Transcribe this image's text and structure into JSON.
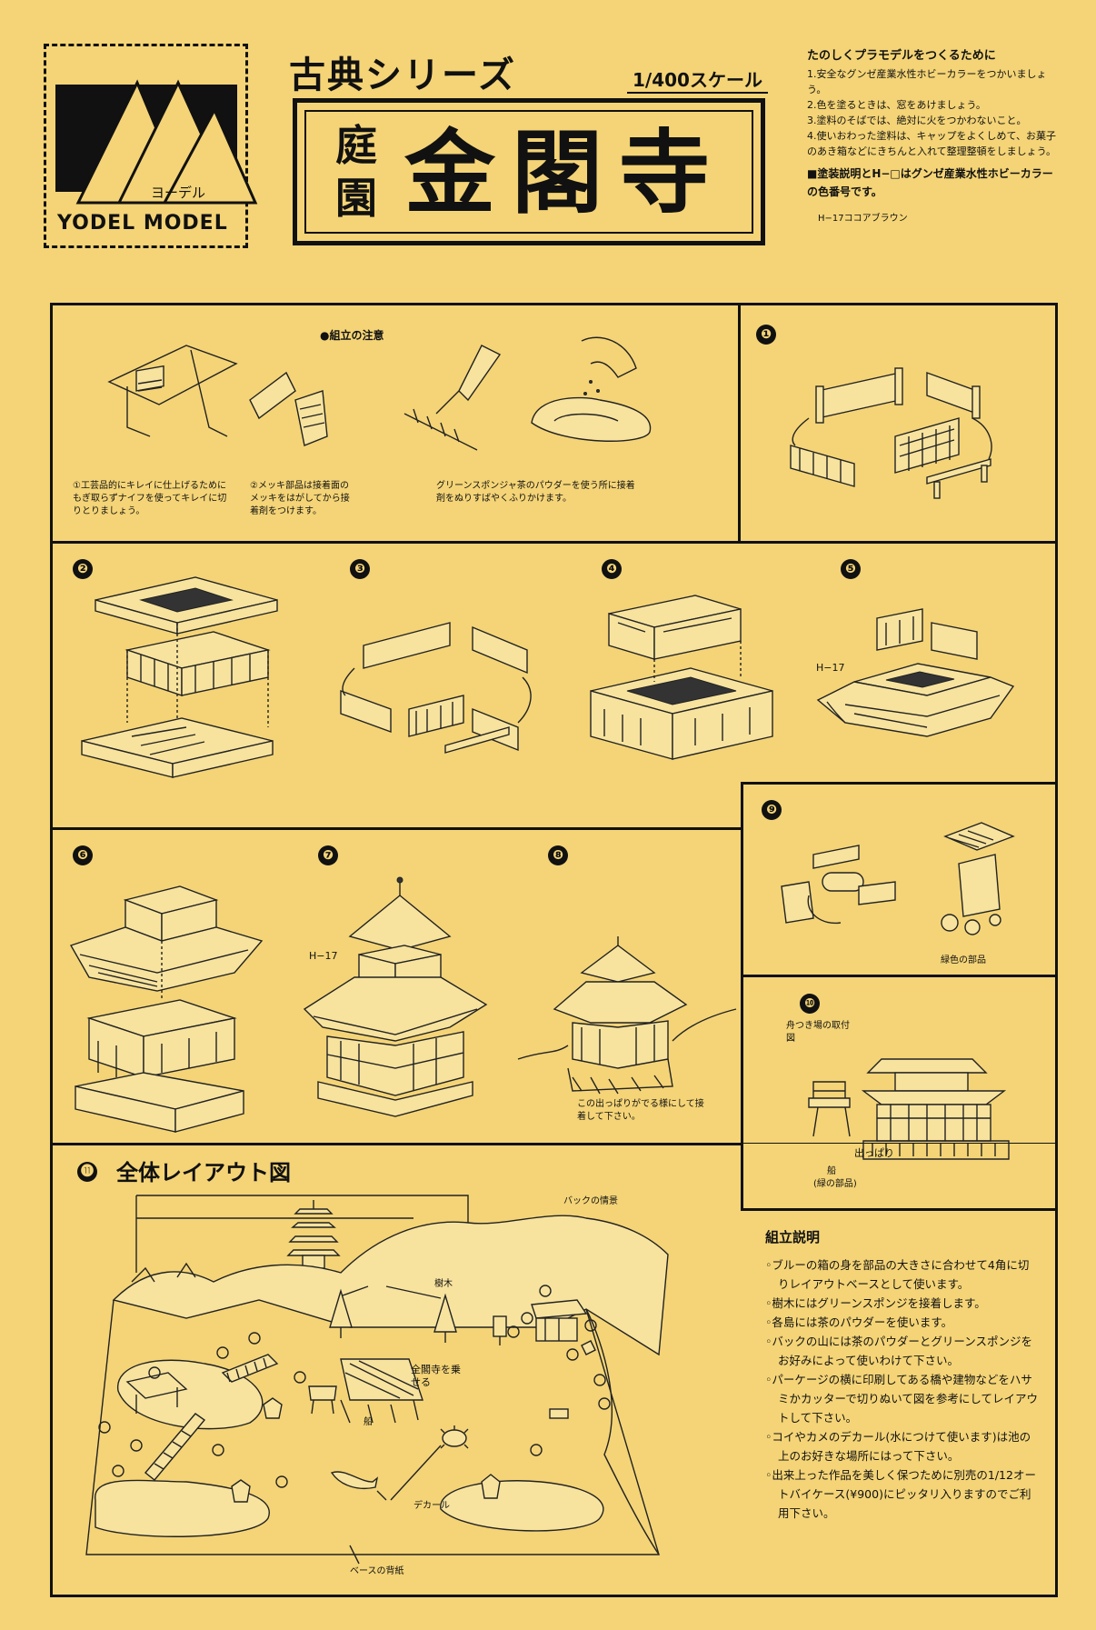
{
  "brand": {
    "logo_katakana": "ヨーデル",
    "logo_text": "YODEL MODEL"
  },
  "title": {
    "series": "古典シリーズ",
    "scale": "1/400スケール",
    "main_small": "庭園",
    "main_large": "金閣寺"
  },
  "safety": {
    "heading": "たのしくプラモデルをつくるために",
    "items": [
      "1.安全なグンゼ産業水性ホビーカラーをつかいましょう。",
      "2.色を塗るときは、窓をあけましょう。",
      "3.塗料のそばでは、絶対に火をつかわないこと。",
      "4.使いおわった塗料は、キャップをよくしめて、お菓子のあき箱などにきちんと入れて整理整頓をしましょう。"
    ],
    "paint_note": "■塗装説明とH−□はグンゼ産業水性ホビーカラーの色番号です。",
    "color_code": "H−17ココアブラウン"
  },
  "notice": {
    "heading": "●組立の注意",
    "note1": "①工芸品的にキレイに仕上げるためにもぎ取らずナイフを使ってキレイに切りとりましょう。",
    "note2": "②メッキ部品は接着面のメッキをはがしてから接着剤をつけます。",
    "note3": "グリーンスポンジャ茶のパウダーを使う所に接着剤をぬりすばやくふりかけます。"
  },
  "steps": {
    "s1": "❶",
    "s2": "❷",
    "s3": "❸",
    "s4": "❹",
    "s5": "❺",
    "s6": "❻",
    "s7": "❼",
    "s8": "❽",
    "s9": "❾",
    "s10": "❿",
    "s11": "⓫"
  },
  "labels": {
    "h17": "H−17",
    "green_parts": "緑色の部品",
    "step8_note": "この出っぱりがでる様にして接着して下さい。",
    "step10_title": "舟つき場の取付図",
    "deppari": "出っぱり",
    "boat": "船",
    "boat_parts": "(緑の部品)"
  },
  "layout": {
    "title": "全体レイアウト図",
    "back_scene": "バックの情景",
    "trees": "樹木",
    "kinkaku_label": "全閣寺を乗せる",
    "boat": "船",
    "decal": "デカール",
    "base_paper": "ベースの背紙"
  },
  "assembly": {
    "heading": "組立説明",
    "items": [
      "◦ブルーの箱の身を部品の大きさに合わせて4角に切りレイアウトベースとして使います。",
      "◦樹木にはグリーンスポンジを接着します。",
      "◦各島には茶のパウダーを使います。",
      "◦バックの山には茶のパウダーとグリーンスポンジをお好みによって使いわけて下さい。",
      "◦パーケージの横に印刷してある橋や建物などをハサミかカッターで切りぬいて図を参考にしてレイアウトして下さい。",
      "◦コイやカメのデカール(水につけて使います)は池の上のお好きな場所にはって下さい。",
      "◦出来上った作品を美しく保つために別売の1/12オートバイケース(¥900)にピッタリ入りますのでご利用下さい。"
    ]
  }
}
